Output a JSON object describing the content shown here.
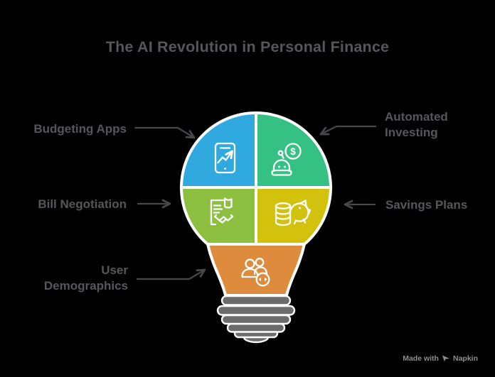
{
  "title": "The AI Revolution in Personal Finance",
  "background_color": "#000000",
  "text_color": "#55575B",
  "arrow_color": "#46494C",
  "diagram": {
    "type": "lightbulb-segments",
    "outline_color": "#FFFFFF",
    "base_color": "#6C6C6C",
    "segments": [
      {
        "label": "Budgeting Apps",
        "color": "#30A9DE",
        "icon": "smartphone-trend-icon",
        "position": "top-left"
      },
      {
        "label": "Automated Investing",
        "color": "#35C184",
        "icon": "robot-dollar-icon",
        "position": "top-right"
      },
      {
        "label": "Bill Negotiation",
        "color": "#8CBF3F",
        "icon": "contract-handshake-icon",
        "position": "middle-left"
      },
      {
        "label": "Savings Plans",
        "color": "#D2C20E",
        "icon": "piggy-bank-coins-icon",
        "position": "middle-right"
      },
      {
        "label": "User Demographics",
        "color": "#DF8B3D",
        "icon": "users-exchange-icon",
        "position": "bottom-neck"
      }
    ]
  },
  "icons": {
    "dollar_glyph": "$"
  },
  "watermark": {
    "made_with": "Made with",
    "brand": "Napkin"
  }
}
